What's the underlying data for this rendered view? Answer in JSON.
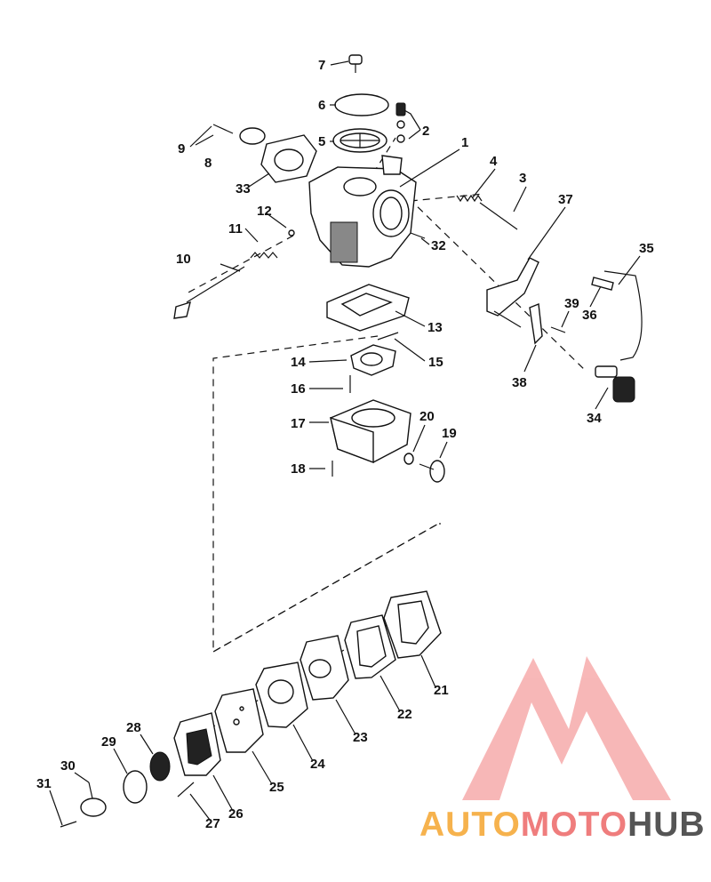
{
  "diagram": {
    "callouts": [
      "1",
      "2",
      "3",
      "4",
      "5",
      "6",
      "7",
      "8",
      "9",
      "10",
      "11",
      "12",
      "13",
      "14",
      "15",
      "16",
      "17",
      "18",
      "19",
      "20",
      "21",
      "22",
      "23",
      "24",
      "25",
      "26",
      "27",
      "28",
      "29",
      "30",
      "31",
      "32",
      "33",
      "34",
      "35",
      "36",
      "37",
      "38",
      "39"
    ]
  },
  "watermark": {
    "part1": "AUTO",
    "part2": "MOTO",
    "part3": "HUB",
    "colors": {
      "auto": "#f6b24d",
      "moto": "#ef7d7d",
      "hub": "#555555",
      "logo": "#f5a0a0"
    }
  }
}
